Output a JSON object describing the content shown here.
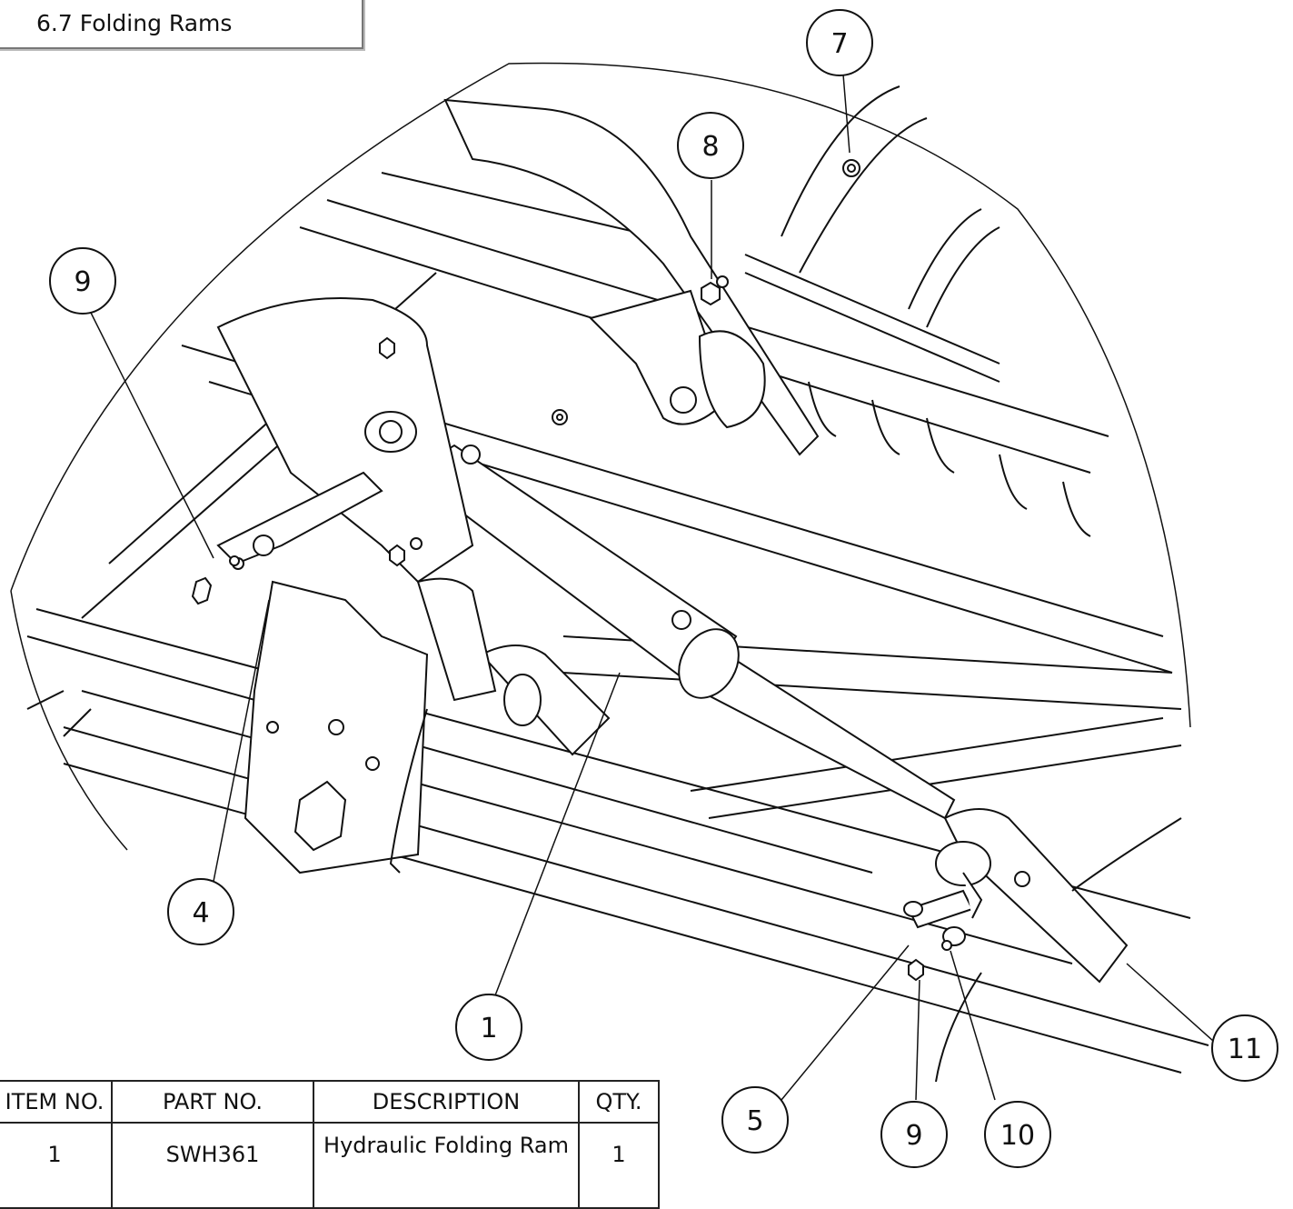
{
  "header": {
    "title": "6.7 Folding Rams"
  },
  "callouts": [
    {
      "id": "c7",
      "label": "7"
    },
    {
      "id": "c8",
      "label": "8"
    },
    {
      "id": "c9a",
      "label": "9"
    },
    {
      "id": "c4",
      "label": "4"
    },
    {
      "id": "c1",
      "label": "1"
    },
    {
      "id": "c5",
      "label": "5"
    },
    {
      "id": "c9b",
      "label": "9"
    },
    {
      "id": "c10",
      "label": "10"
    },
    {
      "id": "c11",
      "label": "11"
    }
  ],
  "bom": {
    "headers": [
      "ITEM NO.",
      "PART NO.",
      "DESCRIPTION",
      "QTY."
    ],
    "rows": [
      {
        "item": "1",
        "part": "SWH361",
        "description": "Hydraulic Folding Ram",
        "qty": "1"
      }
    ]
  },
  "colors": {
    "line": "#111111",
    "background": "#ffffff",
    "title_border": "#777777"
  }
}
